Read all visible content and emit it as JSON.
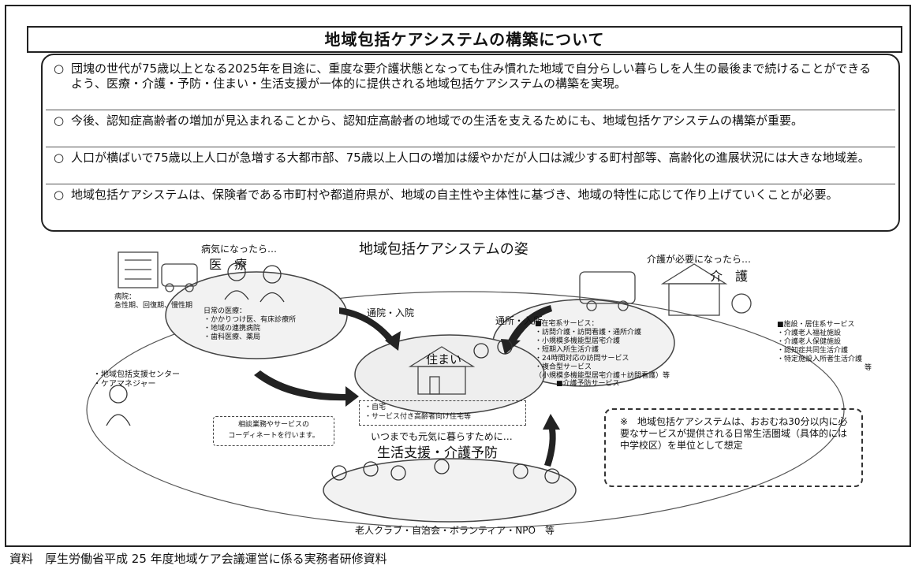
{
  "title": "地域包括ケアシステムの構築について",
  "points": [
    {
      "mark": "○",
      "text": "団塊の世代が75歳以上となる2025年を目途に、重度な要介護状態となっても住み慣れた地域で自分らしい暮らしを人生の最後まで続けることができるよう、医療・介護・予防・住まい・生活支援が一体的に提供される地域包括ケアシステムの構築を実現。"
    },
    {
      "mark": "○",
      "text": "今後、認知症高齢者の増加が見込まれることから、認知症高齢者の地域での生活を支えるためにも、地域包括ケアシステムの構築が重要。"
    },
    {
      "mark": "○",
      "text": "人口が横ばいで75歳以上人口が急増する大都市部、75歳以上人口の増加は緩やかだが人口は減少する町村部等、高齢化の進展状況には大きな地域差。"
    },
    {
      "mark": "○",
      "text": "地域包括ケアシステムは、保険者である市町村や都道府県が、地域の自主性や主体性に基づき、地域の特性に応じて作り上げていくことが必要。"
    }
  ],
  "diagram": {
    "title": "地域包括ケアシステムの姿",
    "medical": {
      "caption": "病気になったら…",
      "heading": "医　療",
      "hospital_lines": [
        "病院：",
        "急性期、回復期、慢性期"
      ],
      "daily_lines": [
        "日常の医療：",
        "・かかりつけ医、有床診療所",
        "・地域の連携病院",
        "・歯科医療、薬局"
      ]
    },
    "care": {
      "caption": "介護が必要になったら…",
      "heading": "介　護",
      "home_services": [
        "■在宅系サービス：",
        "・訪問介護・訪問看護・通所介護",
        "・小規模多機能型居宅介護",
        "・短期入所生活介護",
        "・24時間対応の訪問サービス",
        "・複合型サービス",
        "（小規模多機能型居宅介護＋訪問看護）等"
      ],
      "prevention": "■介護予防サービス",
      "facility_services": [
        "■施設・居住系サービス",
        "・介護老人福祉施設",
        "・介護老人保健施設",
        "・認知症共同生活介護",
        "・特定施設入所者生活介護",
        "等"
      ]
    },
    "housing": {
      "label": "住まい",
      "lines": [
        "・自宅",
        "・サービス付き高齢者向け住宅等"
      ]
    },
    "arrows": {
      "to_medical": "通院・入院",
      "to_care": "通所・入所"
    },
    "support_center": [
      "・地域包括支援センター",
      "・ケアマネジャー"
    ],
    "coordination": [
      "相談業務やサービスの",
      "コーディネートを行います。"
    ],
    "life": {
      "caption": "いつまでも元気に暮らすために…",
      "heading": "生活支援・介護予防",
      "groups": "老人クラブ・自治会・ボランティア・NPO　等"
    },
    "note": "※　地域包括ケアシステムは、おおむね30分以内に必要なサービスが提供される日常生活圏域（具体的には中学校区）を単位として想定"
  },
  "source": "資料　厚生労働省平成 25 年度地域ケア会議運営に係る実務者研修資料"
}
